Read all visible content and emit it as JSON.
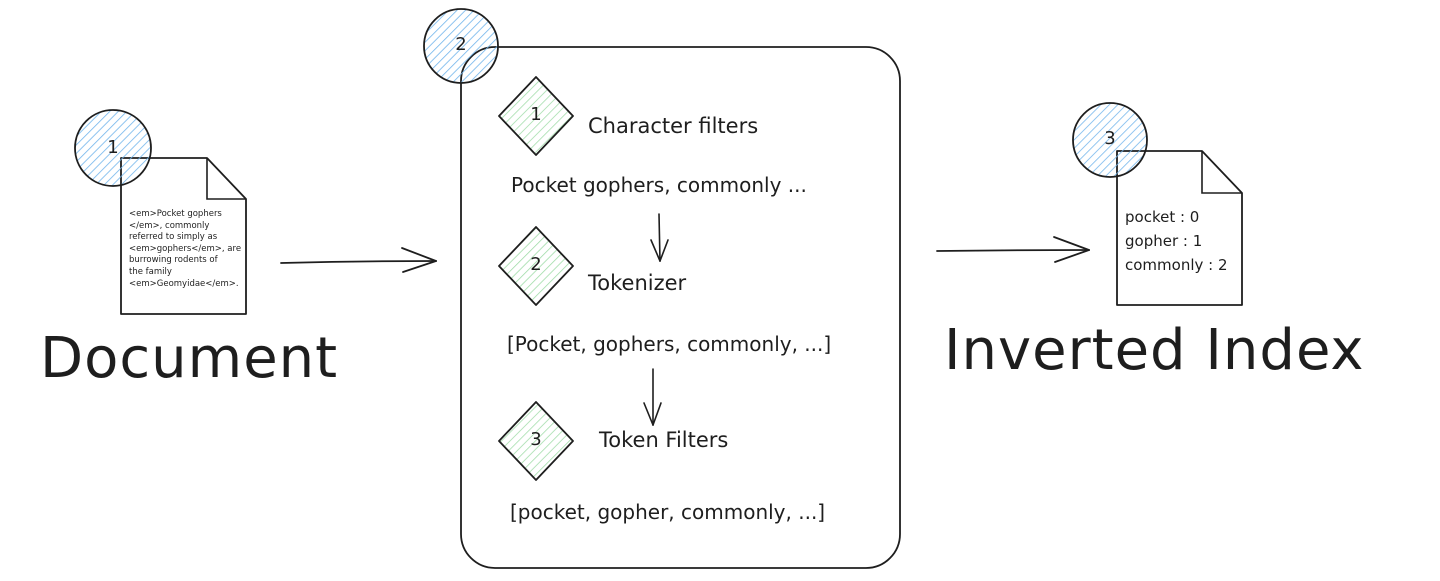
{
  "document": {
    "badge": "1",
    "title": "Document",
    "lines": [
      "<em>Pocket gophers",
      "</em>, commonly",
      "referred to simply as",
      "<em>gophers</em>, are",
      "burrowing rodents of",
      "the family",
      "<em>Geomyidae</em>."
    ]
  },
  "analyzer": {
    "badge": "2",
    "steps": [
      {
        "badge": "1",
        "label": "Character filters",
        "output": "Pocket gophers, commonly ..."
      },
      {
        "badge": "2",
        "label": "Tokenizer",
        "output": "[Pocket, gophers, commonly, ...]"
      },
      {
        "badge": "3",
        "label": "Token Filters",
        "output": "[pocket, gopher, commonly, ...]"
      }
    ]
  },
  "index": {
    "badge": "3",
    "title": "Inverted Index",
    "lines": [
      "pocket : 0",
      "gopher : 1",
      "commonly : 2"
    ]
  },
  "colors": {
    "stroke": "#1e1e1e",
    "circle_fill": "#a5d8ff",
    "diamond_fill": "#b2f2bb"
  }
}
